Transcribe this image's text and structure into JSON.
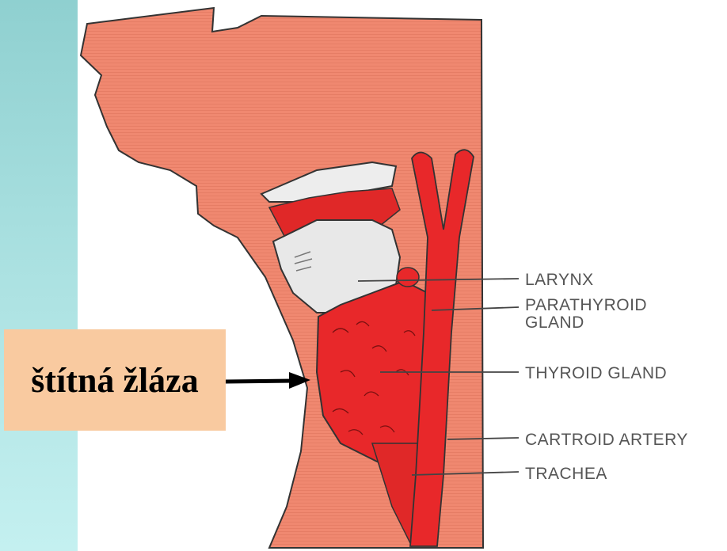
{
  "callout": {
    "text": "štítná žláza"
  },
  "labels": {
    "larynx": "LARYNX",
    "parathyroid_line1": "PARATHYROID",
    "parathyroid_line2": "GLAND",
    "thyroid": "THYROID GLAND",
    "carotid": "CARTROID ARTERY",
    "trachea": "TRACHEA"
  },
  "colors": {
    "tissue": "#f08870",
    "organ_red": "#e8282a",
    "cartilage": "#e6e6e6",
    "callout_box": "#f9caa0"
  }
}
